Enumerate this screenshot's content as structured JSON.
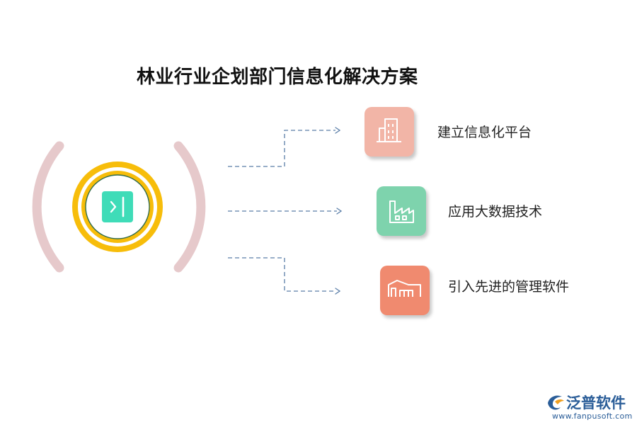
{
  "title": "林业行业企划部门信息化解决方案",
  "center": {
    "icon": "panel-expand-icon"
  },
  "items": [
    {
      "label": "建立信息化平台",
      "icon": "building-icon",
      "color": "#f2b5a7"
    },
    {
      "label": "应用大数据技术",
      "icon": "factory-icon",
      "color": "#7ed3ad"
    },
    {
      "label": "引入先进的管理软件",
      "icon": "warehouse-icon",
      "color": "#f08a6f"
    }
  ],
  "colors": {
    "ring": "#f7bd0a",
    "arc": "#e6c9cb",
    "inner": "#2f6b4d",
    "center_square": "#3fdcb8",
    "connector": "#5a7ea8"
  },
  "brand": {
    "name": "泛普软件",
    "url": "www.fanpusoft.com",
    "icon": "fanpu-logo-icon"
  }
}
